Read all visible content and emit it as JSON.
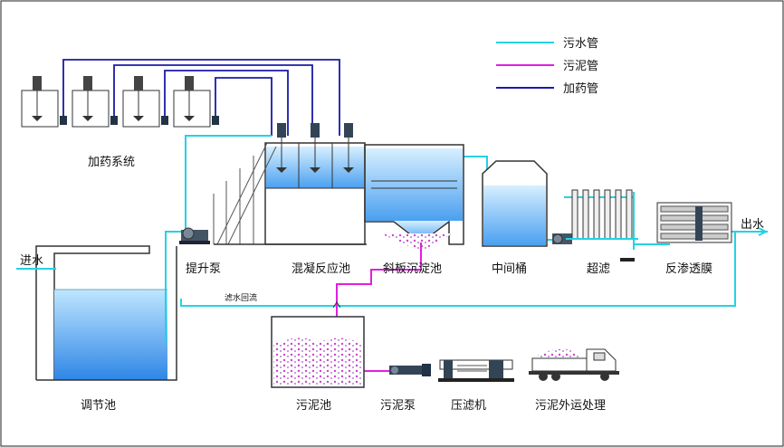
{
  "legend": [
    {
      "label": "污水管",
      "color": "#22d3e6"
    },
    {
      "label": "污泥管",
      "color": "#e020e0"
    },
    {
      "label": "加药管",
      "color": "#1a1aa8"
    }
  ],
  "labels": {
    "dosing_system": "加药系统",
    "inlet": "进水",
    "lift_pump": "提升泵",
    "coag_tank": "混凝反应池",
    "settling_tank": "斜板沉淀池",
    "middle_tank": "中间桶",
    "ultrafiltration": "超滤",
    "ro_membrane": "反渗透膜",
    "outlet": "出水",
    "equalization_tank": "调节池",
    "sludge_tank": "污泥池",
    "sludge_pump": "污泥泵",
    "filter_press": "压滤机",
    "sludge_transport": "污泥外运处理",
    "return_water": "滤水回流"
  }
}
